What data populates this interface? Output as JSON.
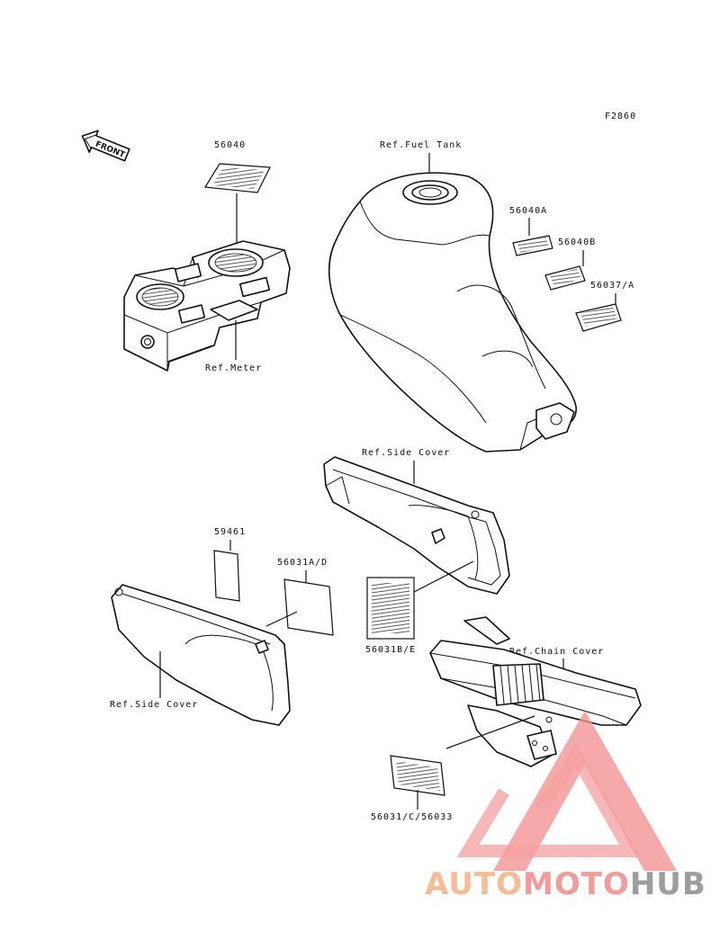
{
  "figure_code": "F2860",
  "front_arrow_label": "FRONT",
  "callouts": {
    "c56040": "56040",
    "ref_meter": "Ref.Meter",
    "ref_fuel_tank": "Ref.Fuel Tank",
    "c56040A": "56040A",
    "c56040B": "56040B",
    "c56037A": "56037/A",
    "ref_side_cover_upper": "Ref.Side Cover",
    "c59461": "59461",
    "c56031AD": "56031A/D",
    "c56031BE": "56031B/E",
    "ref_side_cover_lower": "Ref.Side Cover",
    "ref_chain_cover": "Ref.Chain Cover",
    "c56031C56033": "56031/C/56033"
  },
  "watermark": {
    "part1": "AUTO",
    "part2": "MOTO",
    "part3": "HUB",
    "colors": {
      "auto": "#f4b183",
      "moto": "#f08a8a",
      "hub": "#8c8c8c",
      "triangle": "#f28f8f"
    }
  }
}
